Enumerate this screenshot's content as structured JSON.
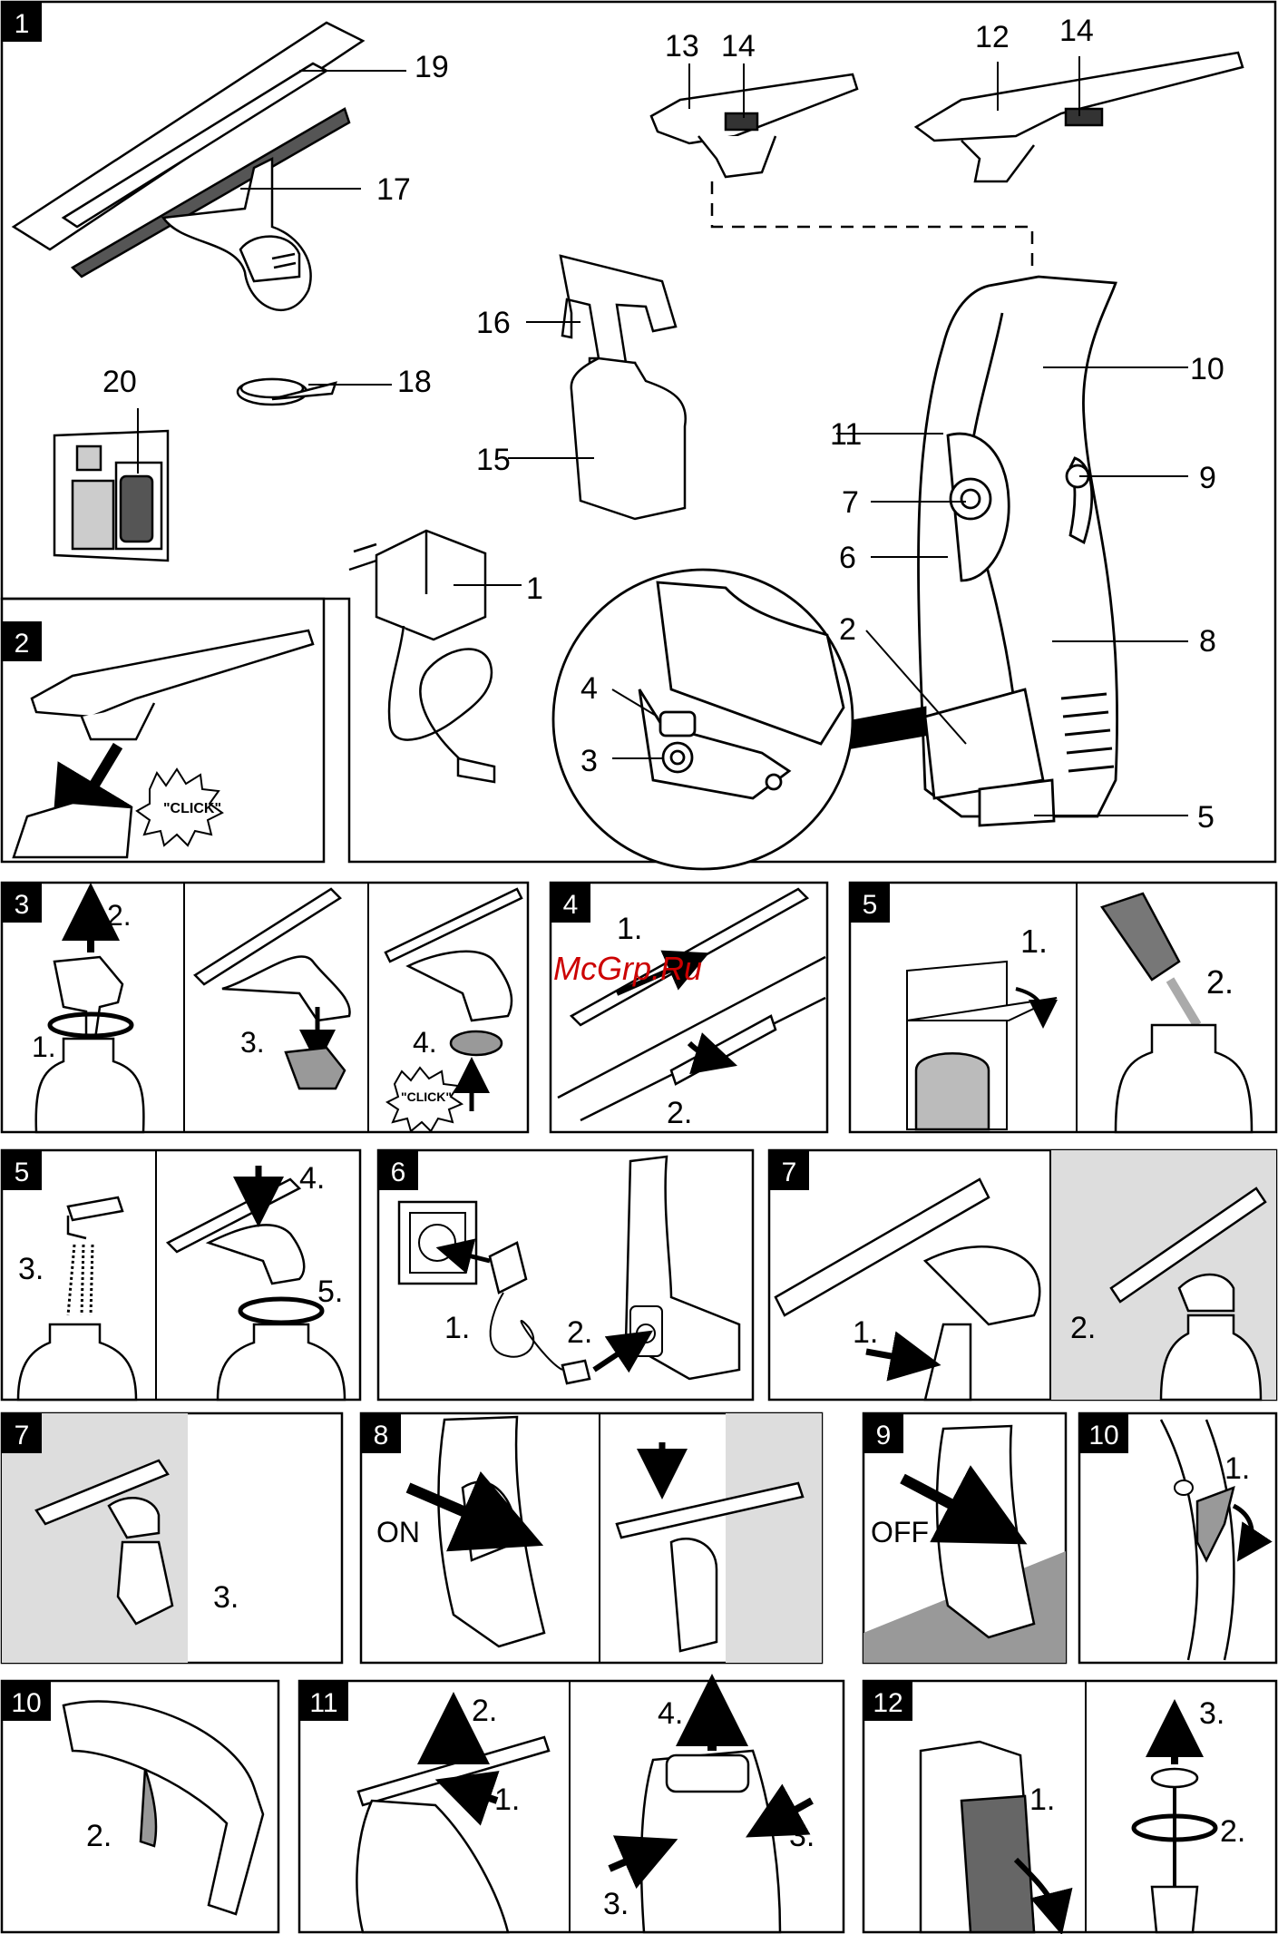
{
  "watermark": "McGrp.Ru",
  "sections": {
    "s1": "1",
    "s2": "2",
    "s3": "3",
    "s4": "4",
    "s5a": "5",
    "s5b": "5",
    "s6": "6",
    "s7a": "7",
    "s7b": "7",
    "s8": "8",
    "s9": "9",
    "s10a": "10",
    "s10b": "10",
    "s11": "11",
    "s12": "12"
  },
  "overview_labels": {
    "l1": "1",
    "l2a": "2",
    "l2b": "2",
    "l3": "3",
    "l4": "4",
    "l5": "5",
    "l6": "6",
    "l7": "7",
    "l8": "8",
    "l9": "9",
    "l10": "10",
    "l11": "11",
    "l12": "12",
    "l13": "13",
    "l14a": "14",
    "l14b": "14",
    "l15": "15",
    "l16": "16",
    "l17": "17",
    "l18": "18",
    "l19": "19",
    "l20": "20"
  },
  "steps": {
    "one": "1.",
    "two": "2.",
    "three": "3.",
    "four": "4.",
    "five": "5."
  },
  "click_text": "\"CLICK\"",
  "switch_on": "ON",
  "switch_off": "OFF"
}
